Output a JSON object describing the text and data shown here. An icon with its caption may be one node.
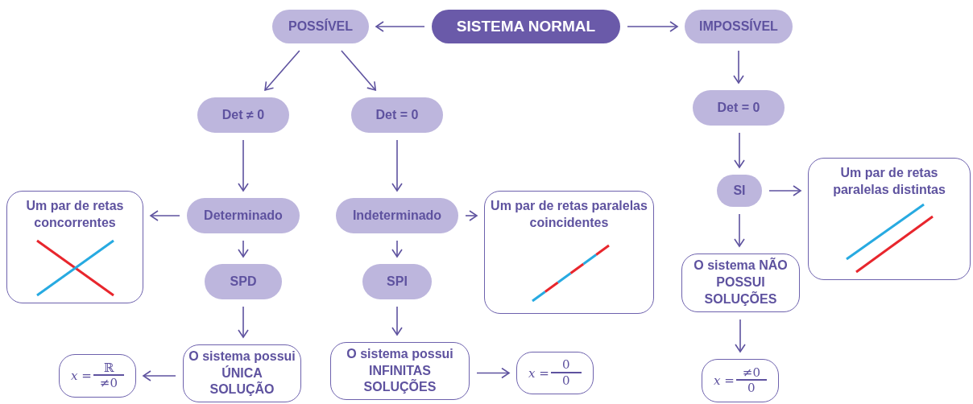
{
  "diagram": {
    "nodes": [
      {
        "text": [
          "SISTEMA NORMAL"
        ]
      },
      {
        "text": [
          "POSSÍVEL"
        ]
      },
      {
        "text": [
          "IMPOSSÍVEL"
        ]
      },
      {
        "text": [
          "Det ≠ 0"
        ]
      },
      {
        "text": [
          "Det = 0"
        ]
      },
      {
        "text": [
          "Det = 0"
        ]
      },
      {
        "text": [
          "Determinado"
        ]
      },
      {
        "text": [
          "Indeterminado"
        ]
      },
      {
        "text": [
          "SI"
        ]
      },
      {
        "text": [
          "Um par de retas concorrentes"
        ]
      },
      {
        "text": [
          "Um par de retas paralelas coincidentes"
        ]
      },
      {
        "text": [
          "Um par de retas paralelas distintas"
        ]
      },
      {
        "text": [
          "SPD"
        ]
      },
      {
        "text": [
          "SPI"
        ]
      },
      {
        "text": [
          "O sistema NÃO POSSUI SOLUÇÕES"
        ]
      },
      {
        "text": [
          "O sistema possui ÚNICA SOLUÇÃO"
        ]
      },
      {
        "text": [
          "O sistema possui INFINITAS SOLUÇÕES"
        ]
      },
      {
        "text": [
          "x =",
          "ℝ",
          "≠0"
        ]
      },
      {
        "text": [
          "x =",
          "0",
          "0"
        ]
      },
      {
        "text": [
          "x =",
          "≠0",
          "0"
        ]
      }
    ],
    "edges": [
      {
        "from": 0,
        "to": 1,
        "arrow": "to"
      },
      {
        "from": 0,
        "to": 2,
        "arrow": "to"
      },
      {
        "from": 1,
        "to": 3,
        "arrow": "to"
      },
      {
        "from": 1,
        "to": 4,
        "arrow": "to"
      },
      {
        "from": 2,
        "to": 5,
        "arrow": "to"
      },
      {
        "from": 3,
        "to": 6,
        "arrow": "to"
      },
      {
        "from": 4,
        "to": 7,
        "arrow": "to"
      },
      {
        "from": 5,
        "to": 8,
        "arrow": "to"
      },
      {
        "from": 6,
        "to": 9,
        "arrow": "to"
      },
      {
        "from": 7,
        "to": 10,
        "arrow": "to"
      },
      {
        "from": 8,
        "to": 11,
        "arrow": "to"
      },
      {
        "from": 6,
        "to": 12,
        "arrow": "to"
      },
      {
        "from": 7,
        "to": 13,
        "arrow": "to"
      },
      {
        "from": 8,
        "to": 14,
        "arrow": "to"
      },
      {
        "from": 12,
        "to": 15,
        "arrow": "to"
      },
      {
        "from": 13,
        "to": 16,
        "arrow": "to"
      },
      {
        "from": 14,
        "to": 19,
        "arrow": "to"
      },
      {
        "from": 15,
        "to": 17,
        "arrow": "to"
      },
      {
        "from": 16,
        "to": 18,
        "arrow": "to"
      }
    ]
  }
}
